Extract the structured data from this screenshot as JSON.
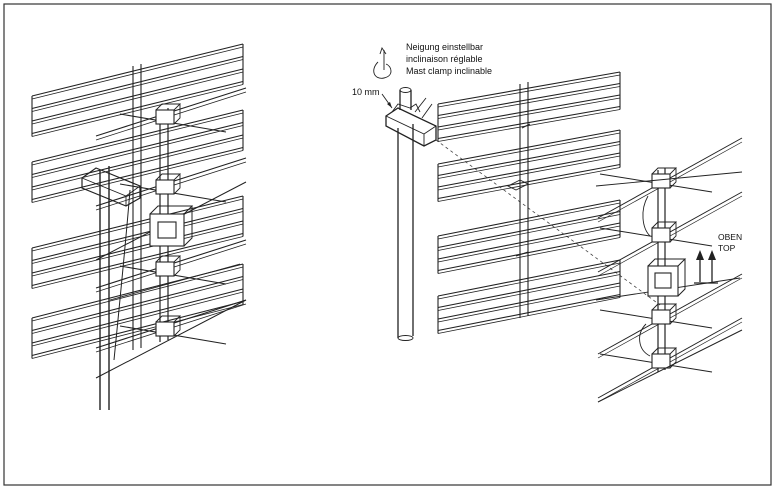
{
  "labels": {
    "tilt_de": "Neigung einstellbar",
    "tilt_fr": "inclinaison réglable",
    "tilt_en": "Mast clamp inclinable",
    "measure": "10 mm",
    "top_de": "OBEN",
    "top_en": "TOP"
  },
  "icons": {
    "up_arrows": "double-up-arrow-icon",
    "rotate": "tilt-rotation-icon"
  },
  "colors": {
    "line": "#222222",
    "frame": "#333333",
    "background": "#ffffff"
  }
}
